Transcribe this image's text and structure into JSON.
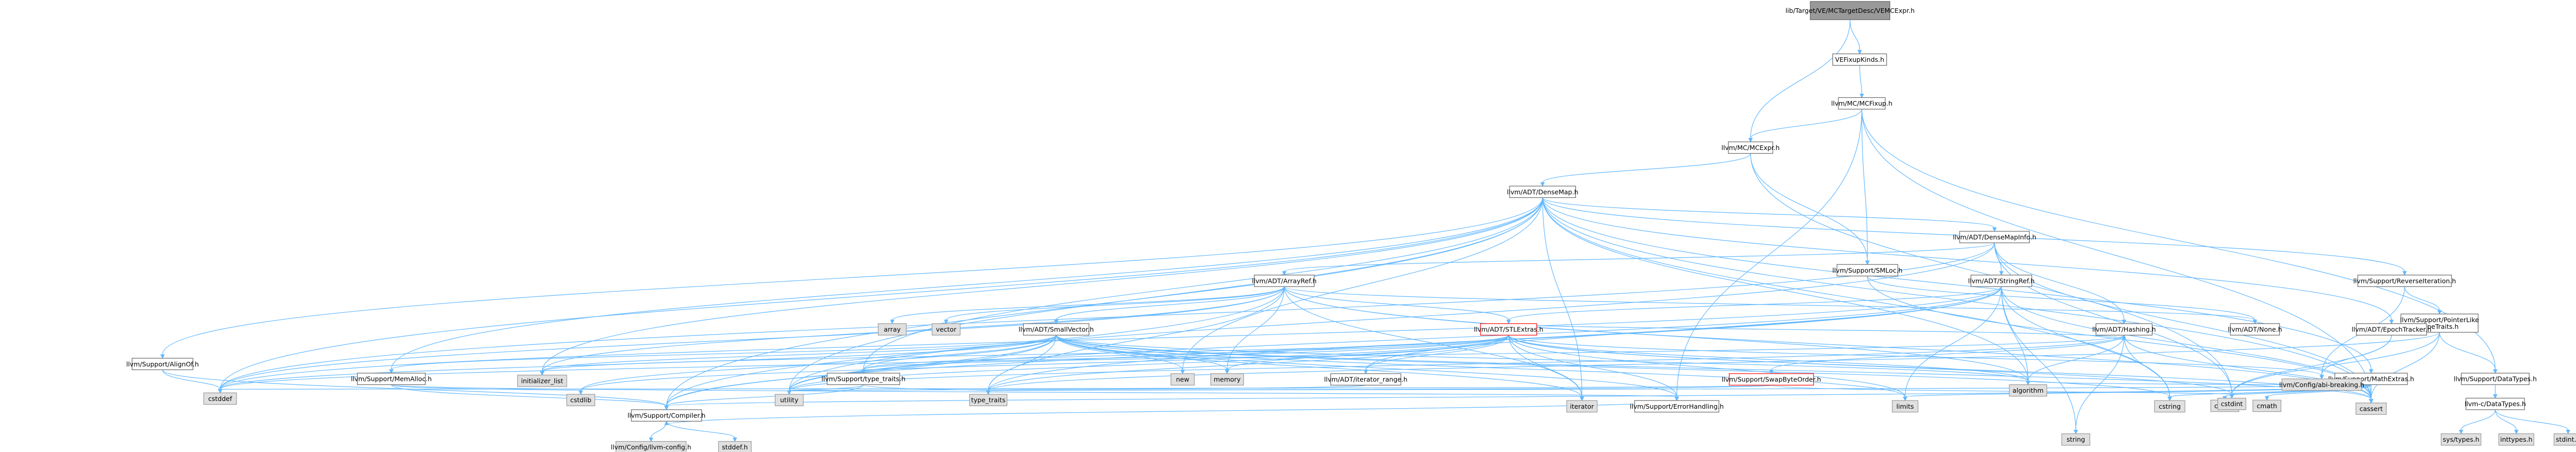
{
  "colors": {
    "edge": "#63b8ff",
    "node_fill": "#ffffff",
    "node_border": "#666666",
    "system_fill": "#e0e0e0",
    "system_border": "#999999",
    "root_fill": "#999999",
    "root_border": "#666666",
    "truncated_border": "#ff0000"
  },
  "nodes": [
    {
      "id": "root",
      "label": "lib/Target/VE/MCTargetDesc/VEMCExpr.h",
      "kind": "root"
    },
    {
      "id": "vefixup",
      "label": "VEFixupKinds.h",
      "kind": "header"
    },
    {
      "id": "mcfixup",
      "label": "llvm/MC/MCFixup.h",
      "kind": "header"
    },
    {
      "id": "mcexpr",
      "label": "llvm/MC/MCExpr.h",
      "kind": "header"
    },
    {
      "id": "densemap",
      "label": "llvm/ADT/DenseMap.h",
      "kind": "header"
    },
    {
      "id": "smloc",
      "label": "llvm/Support/SMLoc.h",
      "kind": "header"
    },
    {
      "id": "densemapinfo",
      "label": "llvm/ADT/DenseMapInfo.h",
      "kind": "header"
    },
    {
      "id": "arrayref",
      "label": "llvm/ADT/ArrayRef.h",
      "kind": "header"
    },
    {
      "id": "stringref",
      "label": "llvm/ADT/StringRef.h",
      "kind": "header"
    },
    {
      "id": "reverseiteration",
      "label": "llvm/Support/ReverseIteration.h",
      "kind": "header"
    },
    {
      "id": "pointerliketypetraits",
      "label": "llvm/Support/PointerLike\nTypeTraits.h",
      "kind": "header"
    },
    {
      "id": "epochtracker",
      "label": "llvm/ADT/EpochTracker.h",
      "kind": "header"
    },
    {
      "id": "smallvector",
      "label": "llvm/ADT/SmallVector.h",
      "kind": "header"
    },
    {
      "id": "stlextras",
      "label": "llvm/ADT/STLExtras.h",
      "kind": "truncated"
    },
    {
      "id": "hashing",
      "label": "llvm/ADT/Hashing.h",
      "kind": "header"
    },
    {
      "id": "none",
      "label": "llvm/ADT/None.h",
      "kind": "header"
    },
    {
      "id": "swapbyteorder",
      "label": "llvm/Support/SwapByteOrder.h",
      "kind": "truncated"
    },
    {
      "id": "mathextras",
      "label": "llvm/Support/MathExtras.h",
      "kind": "header"
    },
    {
      "id": "aligned",
      "label": "llvm/Support/AlignOf.h",
      "kind": "header"
    },
    {
      "id": "memalloc",
      "label": "llvm/Support/MemAlloc.h",
      "kind": "header"
    },
    {
      "id": "typetraits",
      "label": "llvm/Support/type_traits.h",
      "kind": "header"
    },
    {
      "id": "iteratorrange",
      "label": "llvm/ADT/iterator_range.h",
      "kind": "header"
    },
    {
      "id": "errorhandling",
      "label": "llvm/Support/ErrorHandling.h",
      "kind": "header"
    },
    {
      "id": "datatypes",
      "label": "llvm/Support/DataTypes.h",
      "kind": "header"
    },
    {
      "id": "cdatatypes",
      "label": "llvm-c/DataTypes.h",
      "kind": "header"
    },
    {
      "id": "compiler",
      "label": "llvm/Support/Compiler.h",
      "kind": "header"
    },
    {
      "id": "abibreaking",
      "label": "llvm/Config/abi-breaking.h",
      "kind": "system"
    },
    {
      "id": "llvmconfig",
      "label": "llvm/Config/llvm-config.h",
      "kind": "system"
    },
    {
      "id": "stddef",
      "label": "stddef.h",
      "kind": "system"
    },
    {
      "id": "array",
      "label": "array",
      "kind": "system"
    },
    {
      "id": "vector",
      "label": "vector",
      "kind": "system"
    },
    {
      "id": "initlist",
      "label": "initializer_list",
      "kind": "system"
    },
    {
      "id": "new",
      "label": "new",
      "kind": "system"
    },
    {
      "id": "memory",
      "label": "memory",
      "kind": "system"
    },
    {
      "id": "cstddef",
      "label": "cstddef",
      "kind": "system"
    },
    {
      "id": "cstdlib",
      "label": "cstdlib",
      "kind": "system"
    },
    {
      "id": "utility",
      "label": "utility",
      "kind": "system"
    },
    {
      "id": "type_traits",
      "label": "type_traits",
      "kind": "system"
    },
    {
      "id": "iterator",
      "label": "iterator",
      "kind": "system"
    },
    {
      "id": "limits",
      "label": "limits",
      "kind": "system"
    },
    {
      "id": "algorithm",
      "label": "algorithm",
      "kind": "system"
    },
    {
      "id": "string",
      "label": "string",
      "kind": "system"
    },
    {
      "id": "climits",
      "label": "climits",
      "kind": "system"
    },
    {
      "id": "cmath",
      "label": "cmath",
      "kind": "system"
    },
    {
      "id": "cstring",
      "label": "cstring",
      "kind": "system"
    },
    {
      "id": "cstdint",
      "label": "cstdint",
      "kind": "system"
    },
    {
      "id": "cassert",
      "label": "cassert",
      "kind": "system"
    },
    {
      "id": "systypes",
      "label": "sys/types.h",
      "kind": "system"
    },
    {
      "id": "inttypes",
      "label": "inttypes.h",
      "kind": "system"
    },
    {
      "id": "stdint",
      "label": "stdint.h",
      "kind": "system"
    }
  ],
  "edges": [
    [
      "root",
      "vefixup"
    ],
    [
      "root",
      "mcexpr"
    ],
    [
      "vefixup",
      "mcfixup"
    ],
    [
      "mcfixup",
      "mcexpr"
    ],
    [
      "mcfixup",
      "smloc"
    ],
    [
      "mcfixup",
      "datatypes"
    ],
    [
      "mcfixup",
      "errorhandling"
    ],
    [
      "mcfixup",
      "cassert"
    ],
    [
      "mcexpr",
      "densemap"
    ],
    [
      "mcexpr",
      "smloc"
    ],
    [
      "mcexpr",
      "cstdint"
    ],
    [
      "densemap",
      "densemapinfo"
    ],
    [
      "densemap",
      "epochtracker"
    ],
    [
      "densemap",
      "aligned"
    ],
    [
      "densemap",
      "compiler"
    ],
    [
      "densemap",
      "mathextras"
    ],
    [
      "densemap",
      "memalloc"
    ],
    [
      "densemap",
      "reverseiteration"
    ],
    [
      "densemap",
      "typetraits"
    ],
    [
      "densemap",
      "algorithm"
    ],
    [
      "densemap",
      "cassert"
    ],
    [
      "densemap",
      "cstddef"
    ],
    [
      "densemap",
      "cstring"
    ],
    [
      "densemap",
      "initlist"
    ],
    [
      "densemap",
      "iterator"
    ],
    [
      "densemap",
      "new"
    ],
    [
      "densemap",
      "utility"
    ],
    [
      "smloc",
      "none"
    ],
    [
      "smloc",
      "cassert"
    ],
    [
      "densemapinfo",
      "arrayref"
    ],
    [
      "densemapinfo",
      "hashing"
    ],
    [
      "densemapinfo",
      "stringref"
    ],
    [
      "densemapinfo",
      "cassert"
    ],
    [
      "densemapinfo",
      "cstddef"
    ],
    [
      "densemapinfo",
      "cstdint"
    ],
    [
      "densemapinfo",
      "utility"
    ],
    [
      "arrayref",
      "none"
    ],
    [
      "arrayref",
      "smallvector"
    ],
    [
      "arrayref",
      "stlextras"
    ],
    [
      "arrayref",
      "compiler"
    ],
    [
      "arrayref",
      "algorithm"
    ],
    [
      "arrayref",
      "array"
    ],
    [
      "arrayref",
      "cassert"
    ],
    [
      "arrayref",
      "cstddef"
    ],
    [
      "arrayref",
      "initlist"
    ],
    [
      "arrayref",
      "iterator"
    ],
    [
      "arrayref",
      "memory"
    ],
    [
      "arrayref",
      "type_traits"
    ],
    [
      "arrayref",
      "vector"
    ],
    [
      "stringref",
      "stlextras"
    ],
    [
      "stringref",
      "iteratorrange"
    ],
    [
      "stringref",
      "compiler"
    ],
    [
      "stringref",
      "algorithm"
    ],
    [
      "stringref",
      "cassert"
    ],
    [
      "stringref",
      "cstddef"
    ],
    [
      "stringref",
      "cstring"
    ],
    [
      "stringref",
      "limits"
    ],
    [
      "stringref",
      "string"
    ],
    [
      "stringref",
      "type_traits"
    ],
    [
      "stringref",
      "utility"
    ],
    [
      "reverseiteration",
      "abibreaking"
    ],
    [
      "reverseiteration",
      "pointerliketypetraits"
    ],
    [
      "pointerliketypetraits",
      "datatypes"
    ],
    [
      "pointerliketypetraits",
      "cassert"
    ],
    [
      "pointerliketypetraits",
      "cstdint"
    ],
    [
      "pointerliketypetraits",
      "type_traits"
    ],
    [
      "epochtracker",
      "abibreaking"
    ],
    [
      "epochtracker",
      "cstdint"
    ],
    [
      "smallvector",
      "compiler"
    ],
    [
      "smallvector",
      "errorhandling"
    ],
    [
      "smallvector",
      "memalloc"
    ],
    [
      "smallvector",
      "typetraits"
    ],
    [
      "smallvector",
      "algorithm"
    ],
    [
      "smallvector",
      "cassert"
    ],
    [
      "smallvector",
      "cstddef"
    ],
    [
      "smallvector",
      "cstdlib"
    ],
    [
      "smallvector",
      "cstring"
    ],
    [
      "smallvector",
      "functional"
    ],
    [
      "smallvector",
      "initlist"
    ],
    [
      "smallvector",
      "iterator"
    ],
    [
      "smallvector",
      "limits"
    ],
    [
      "smallvector",
      "memory"
    ],
    [
      "smallvector",
      "new"
    ],
    [
      "smallvector",
      "type_traits"
    ],
    [
      "smallvector",
      "utility"
    ],
    [
      "stlextras",
      "hashing"
    ],
    [
      "stlextras",
      "iteratorrange"
    ],
    [
      "stlextras",
      "errorhandling"
    ],
    [
      "stlextras",
      "abibreaking"
    ],
    [
      "stlextras",
      "algorithm"
    ],
    [
      "stlextras",
      "cassert"
    ],
    [
      "stlextras",
      "cstddef"
    ],
    [
      "stlextras",
      "cstdint"
    ],
    [
      "stlextras",
      "cstdlib"
    ],
    [
      "stlextras",
      "iterator"
    ],
    [
      "stlextras",
      "limits"
    ],
    [
      "stlextras",
      "memory"
    ],
    [
      "stlextras",
      "type_traits"
    ],
    [
      "stlextras",
      "utility"
    ],
    [
      "stlextras",
      "initlist"
    ],
    [
      "stlextras",
      "typetraits"
    ],
    [
      "hashing",
      "swapbyteorder"
    ],
    [
      "hashing",
      "typetraits"
    ],
    [
      "hashing",
      "algorithm"
    ],
    [
      "hashing",
      "cassert"
    ],
    [
      "hashing",
      "cstring"
    ],
    [
      "hashing",
      "string"
    ],
    [
      "hashing",
      "tuple"
    ],
    [
      "hashing",
      "utility"
    ],
    [
      "swapbyteorder",
      "cstddef"
    ],
    [
      "swapbyteorder",
      "cstdint"
    ],
    [
      "swapbyteorder",
      "type_traits"
    ],
    [
      "mathextras",
      "compiler"
    ],
    [
      "mathextras",
      "algorithm"
    ],
    [
      "mathextras",
      "cassert"
    ],
    [
      "mathextras",
      "climits"
    ],
    [
      "mathextras",
      "cmath"
    ],
    [
      "mathextras",
      "cstdint"
    ],
    [
      "mathextras",
      "cstring"
    ],
    [
      "mathextras",
      "limits"
    ],
    [
      "mathextras",
      "type_traits"
    ],
    [
      "aligned",
      "compiler"
    ],
    [
      "aligned",
      "cstddef"
    ],
    [
      "memalloc",
      "compiler"
    ],
    [
      "memalloc",
      "errorhandling"
    ],
    [
      "memalloc",
      "cstdlib"
    ],
    [
      "typetraits",
      "compiler"
    ],
    [
      "typetraits",
      "type_traits"
    ],
    [
      "typetraits",
      "utility"
    ],
    [
      "iteratorrange",
      "utility"
    ],
    [
      "errorhandling",
      "compiler"
    ],
    [
      "datatypes",
      "cdatatypes"
    ],
    [
      "cdatatypes",
      "systypes"
    ],
    [
      "cdatatypes",
      "inttypes"
    ],
    [
      "cdatatypes",
      "stdint"
    ],
    [
      "compiler",
      "llvmconfig"
    ],
    [
      "compiler",
      "stddef"
    ]
  ]
}
